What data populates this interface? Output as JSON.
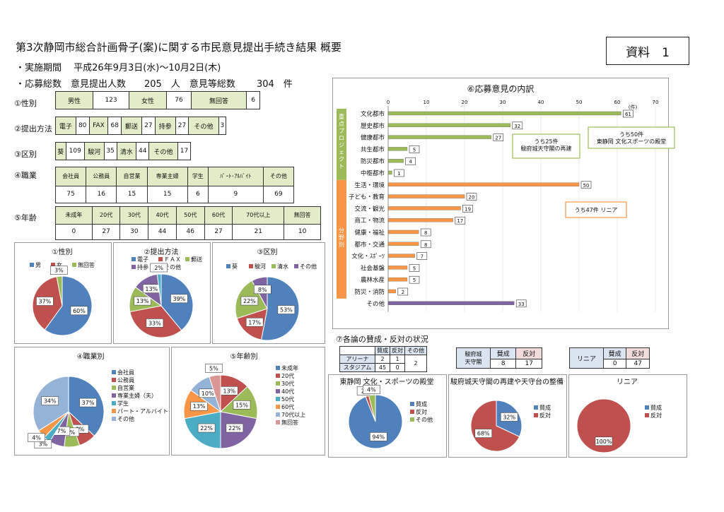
{
  "header": {
    "title": "第3次静岡市総合計画骨子(案)に関する市民意見提出手続き結果 概要",
    "period": "・実施期間　 平成26年9月3日(水)～10月2日(木)",
    "totals": "・応募総数　意見提出人数　　205　人　意見等総数　　 304　件",
    "badge": "資料　1"
  },
  "summary": {
    "gender": {
      "label": "①性別",
      "cells": [
        "男性",
        "123",
        "女性",
        "76",
        "無回答",
        "6"
      ]
    },
    "method": {
      "label": "②提出方法",
      "cells": [
        "電子",
        "80",
        "FAX",
        "68",
        "郵送",
        "27",
        "持参",
        "27",
        "その他",
        "3"
      ]
    },
    "ward": {
      "label": "③区別",
      "cells": [
        "葵",
        "109",
        "駿河",
        "35",
        "清水",
        "44",
        "その他",
        "17"
      ]
    },
    "job": {
      "label": "④職業",
      "headers": [
        "会社員",
        "公務員",
        "自営業",
        "専業主婦",
        "学生",
        "ﾊﾟｰﾄ･ｱﾙﾊﾞｲﾄ",
        "その他"
      ],
      "values": [
        "75",
        "16",
        "15",
        "15",
        "6",
        "9",
        "69"
      ]
    },
    "age": {
      "label": "⑤年齢",
      "headers": [
        "未成年",
        "20代",
        "30代",
        "40代",
        "50代",
        "60代",
        "70代以上",
        "無回答"
      ],
      "values": [
        "0",
        "27",
        "30",
        "44",
        "46",
        "27",
        "21",
        "10"
      ]
    }
  },
  "chart_data": [
    {
      "type": "pie",
      "title": "①性別",
      "labels": [
        "男",
        "女",
        "無回答"
      ],
      "values": [
        60,
        37,
        3
      ],
      "colors": [
        "#4f81bd",
        "#c0504d",
        "#9bbb59"
      ]
    },
    {
      "type": "pie",
      "title": "②提出方法",
      "labels": [
        "電子",
        "ＦＡＸ",
        "郵送",
        "持参",
        "その他"
      ],
      "values": [
        39,
        33,
        13,
        13,
        2
      ],
      "colors": [
        "#4f81bd",
        "#c0504d",
        "#9bbb59",
        "#8064a2",
        "#4bacc6"
      ]
    },
    {
      "type": "pie",
      "title": "③区別",
      "labels": [
        "葵",
        "駿河",
        "清水",
        "その他"
      ],
      "values": [
        53,
        17,
        22,
        8
      ],
      "colors": [
        "#4f81bd",
        "#c0504d",
        "#9bbb59",
        "#8064a2"
      ]
    },
    {
      "type": "pie",
      "title": "④職業別",
      "labels": [
        "会社員",
        "公務員",
        "自営業",
        "専業主婦（夫）",
        "学生",
        "パート・アルバイト",
        "その他"
      ],
      "values": [
        37,
        8,
        7,
        7,
        3,
        4,
        34
      ],
      "colors": [
        "#4f81bd",
        "#c0504d",
        "#9bbb59",
        "#8064a2",
        "#4bacc6",
        "#f79646",
        "#95b3d7"
      ]
    },
    {
      "type": "pie",
      "title": "⑤年齢別",
      "labels": [
        "未成年",
        "20代",
        "30代",
        "40代",
        "50代",
        "60代",
        "70代以上",
        "無回答"
      ],
      "values": [
        0,
        13,
        15,
        22,
        22,
        13,
        10,
        5
      ],
      "colors": [
        "#4f81bd",
        "#c0504d",
        "#9bbb59",
        "#8064a2",
        "#4bacc6",
        "#f79646",
        "#95b3d7",
        "#d99694"
      ]
    },
    {
      "type": "bar",
      "title": "⑥応募意見の内訳",
      "unit": "(件)",
      "xlim": [
        0,
        70
      ],
      "ticks": [
        0,
        10,
        20,
        30,
        40,
        50,
        60,
        70
      ],
      "categories": [
        "文化都市",
        "歴史都市",
        "健康都市",
        "共生都市",
        "防災都市",
        "中枢都市",
        "生活・環境",
        "子ども・教育",
        "交流・観光",
        "商工・物流",
        "健康・福祉",
        "都市・交通",
        "文化・ｽﾎﾟｰﾂ",
        "社会基盤",
        "農林水産",
        "防災・消防",
        "その他"
      ],
      "values": [
        61,
        32,
        27,
        5,
        4,
        1,
        50,
        20,
        19,
        17,
        8,
        8,
        7,
        5,
        5,
        2,
        33
      ],
      "groups": [
        "g",
        "g",
        "g",
        "g",
        "g",
        "g",
        "o",
        "o",
        "o",
        "o",
        "o",
        "o",
        "o",
        "o",
        "o",
        "o",
        "p"
      ],
      "colors": {
        "g": "#9bbb59",
        "o": "#f79646",
        "p": "#8064a2"
      },
      "group_labels": [
        "重点プロジェクト",
        "分野別"
      ],
      "annotations": [
        "うち25件\n駿府城天守閣の再建",
        "うち50件\n東静岡 文化スポーツの殿堂",
        "うち47件 リニア"
      ]
    },
    {
      "type": "pie",
      "title": "東静岡 文化・スポーツの殿堂",
      "labels": [
        "賛成",
        "反対",
        "その他"
      ],
      "values": [
        94,
        2,
        4
      ],
      "colors": [
        "#4f81bd",
        "#c0504d",
        "#9bbb59"
      ]
    },
    {
      "type": "pie",
      "title": "駿府城天守閣の再建や天守台の整備",
      "labels": [
        "賛成",
        "反対"
      ],
      "values": [
        32,
        68
      ],
      "colors": [
        "#4f81bd",
        "#c0504d"
      ]
    },
    {
      "type": "pie",
      "title": "リニア",
      "labels": [
        "賛成",
        "反対"
      ],
      "values": [
        0,
        100
      ],
      "colors": [
        "#4f81bd",
        "#c0504d"
      ]
    }
  ],
  "section7": {
    "title": "⑦各論の賛成・反対の状況",
    "t1": {
      "head": [
        "賛成",
        "反対",
        "その他"
      ],
      "rows": [
        [
          "アリーナ",
          "2",
          "1",
          "2"
        ],
        [
          "スタジアム",
          "45",
          "0",
          ""
        ]
      ]
    },
    "t2": {
      "label": "駿府城\n天守閣",
      "head": [
        "賛成",
        "反対"
      ],
      "vals": [
        "8",
        "17"
      ]
    },
    "t3": {
      "label": "リニア",
      "head": [
        "賛成",
        "反対"
      ],
      "vals": [
        "0",
        "47"
      ]
    }
  }
}
